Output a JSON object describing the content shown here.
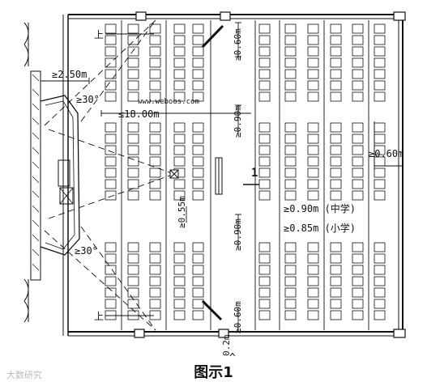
{
  "caption": "图示1",
  "watermark": "大数研究",
  "site_watermark": "www.weboos.com",
  "dimensions": {
    "front_distance": "≥2.50m",
    "viewing_angle_top": "≥30°",
    "viewing_angle_bottom": "≥30°",
    "max_distance": "≤18.00m",
    "row_spacing_top": "≥0.60m",
    "row_spacing_mid": "≥0.90m",
    "row_spacing_lower": "≥0.90m",
    "row_spacing_bottom": "≥0.60m",
    "aisle_side": "≥0.60m",
    "aisle_front": "≥0.55m",
    "seat_spacing_middle": "≥0.90m (中学)",
    "seat_spacing_primary": "≥0.85m (小学)",
    "bottom_gap": "0.2m"
  },
  "labels": {
    "stair_up": "上",
    "section_mark": "1",
    "section_arrow": "^"
  }
}
